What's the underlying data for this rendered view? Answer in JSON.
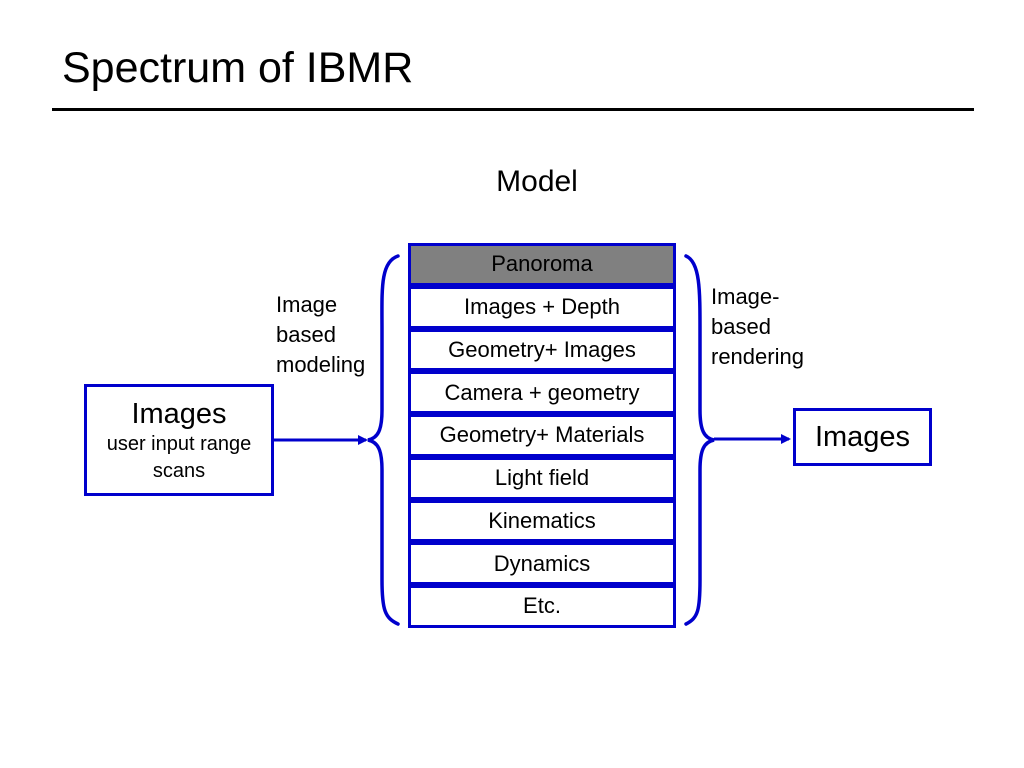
{
  "slide": {
    "title": "Spectrum of IBMR"
  },
  "diagram": {
    "center_label": "Model",
    "left_label": [
      "Image",
      "based",
      "modeling"
    ],
    "right_label": [
      "Image-",
      "based",
      "rendering"
    ],
    "input": {
      "main": "Images",
      "sub": "user input range scans"
    },
    "output": {
      "main": "Images"
    },
    "models": [
      {
        "label": "Panoroma",
        "highlighted": true
      },
      {
        "label": "Images + Depth",
        "highlighted": false
      },
      {
        "label": "Geometry+ Images",
        "highlighted": false
      },
      {
        "label": "Camera + geometry",
        "highlighted": false
      },
      {
        "label": "Geometry+ Materials",
        "highlighted": false
      },
      {
        "label": "Light field",
        "highlighted": false
      },
      {
        "label": "Kinematics",
        "highlighted": false
      },
      {
        "label": "Dynamics",
        "highlighted": false
      },
      {
        "label": "Etc.",
        "highlighted": false
      }
    ],
    "colors": {
      "accent": "#0000cc",
      "highlight_fill": "#808080"
    }
  }
}
